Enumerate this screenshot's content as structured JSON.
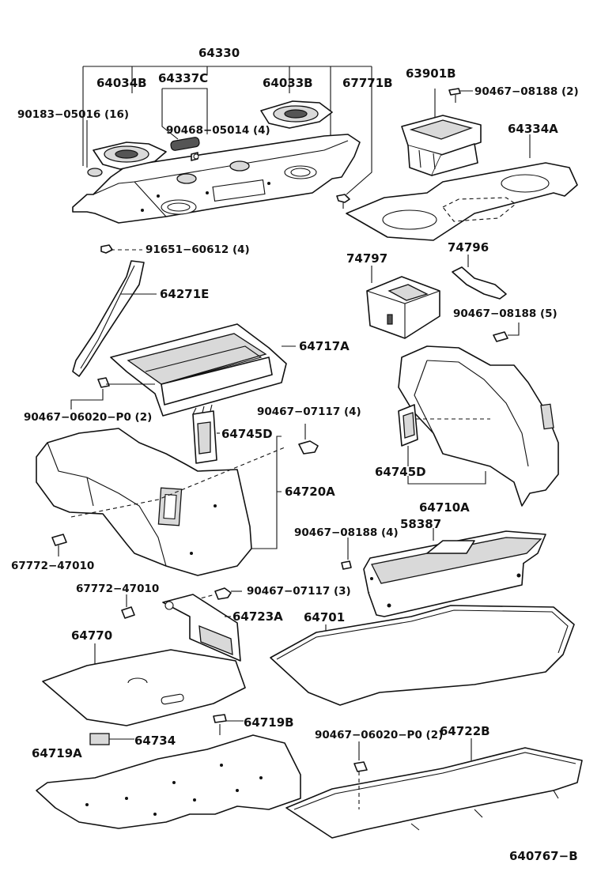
{
  "diagram": {
    "labels": {
      "p64330": "64330",
      "p64034B": "64034B",
      "p64337C": "64337C",
      "p64033B": "64033B",
      "p67771B": "67771B",
      "p63901B": "63901B",
      "p90467_08188_2": "90467−08188 (2)",
      "p90183_05016_16": "90183−05016 (16)",
      "p90468_05014_4": "90468−05014 (4)",
      "p64334A": "64334A",
      "p91651_60612_4": "91651−60612 (4)",
      "p74797": "74797",
      "p74796": "74796",
      "p64271E": "64271E",
      "p90467_08188_5": "90467−08188 (5)",
      "p64717A": "64717A",
      "p90467_06020_P0_2a": "90467−06020−P0 (2)",
      "p90467_07117_4": "90467−07117 (4)",
      "p64745D_a": "64745D",
      "p64720A": "64720A",
      "p64745D_b": "64745D",
      "p64710A": "64710A",
      "p67772_47010_a": "67772−47010",
      "p90467_08188_4": "90467−08188 (4)",
      "p58387": "58387",
      "p67772_47010_b": "67772−47010",
      "p90467_07117_3": "90467−07117 (3)",
      "p64723A": "64723A",
      "p64770": "64770",
      "p64701": "64701",
      "p64719B": "64719B",
      "p64734": "64734",
      "p64719A": "64719A",
      "p90467_06020_P0_2b": "90467−06020−P0 (2)",
      "p64722B": "64722B",
      "diagram_code": "640767−B"
    }
  }
}
